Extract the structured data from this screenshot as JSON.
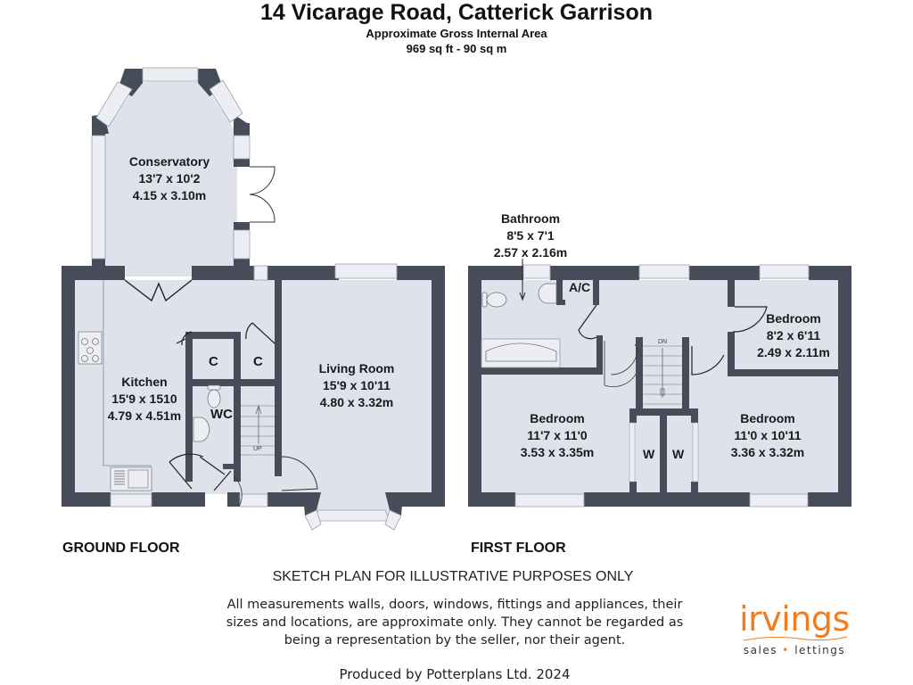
{
  "header": {
    "title": "14 Vicarage Road, Catterick Garrison",
    "subtitle": "Approximate Gross Internal Area",
    "area": "969 sq ft - 90 sq m"
  },
  "colors": {
    "wall": "#474c5b",
    "floor": "#dfe1eb",
    "window": "#eceef3",
    "brand_orange": "#f07d1f"
  },
  "ground_floor": {
    "label": "GROUND FLOOR",
    "rooms": [
      {
        "name": "Conservatory",
        "imperial": "13'7 x 10'2",
        "metric": "4.15 x 3.10m"
      },
      {
        "name": "Kitchen",
        "imperial": "15'9 x 1510",
        "metric": "4.79 x 4.51m"
      },
      {
        "name": "Living Room",
        "imperial": "15'9 x 10'11",
        "metric": "4.80 x 3.32m"
      }
    ],
    "small_labels": {
      "cupboard1": "C",
      "cupboard2": "C",
      "wc": "WC",
      "stairs": "UP"
    }
  },
  "first_floor": {
    "label": "FIRST FLOOR",
    "rooms": [
      {
        "name": "Bathroom",
        "imperial": "8'5 x 7'1",
        "metric": "2.57 x 2.16m"
      },
      {
        "name": "Bedroom",
        "imperial": "8'2 x 6'11",
        "metric": "2.49 x 2.11m"
      },
      {
        "name": "Bedroom",
        "imperial": "11'7 x 11'0",
        "metric": "3.53 x 3.35m"
      },
      {
        "name": "Bedroom",
        "imperial": "11'0 x 10'11",
        "metric": "3.36 x 3.32m"
      }
    ],
    "small_labels": {
      "airing_cupboard": "A/C",
      "wardrobe1": "W",
      "wardrobe2": "W",
      "stairs": "DN"
    }
  },
  "footer": {
    "sketch_notice": "SKETCH PLAN FOR ILLUSTRATIVE PURPOSES ONLY",
    "disclaimer_lines": [
      "All measurements walls, doors, windows, fittings and appliances, their",
      "sizes and locations, are approximate only. They cannot be regarded as",
      "being a representation by the seller, nor their agent."
    ],
    "produced_by": "Produced by Potterplans Ltd. 2024"
  },
  "logo": {
    "word": "irvings",
    "tag_left": "sales",
    "tag_sep": "•",
    "tag_right": "lettings"
  }
}
